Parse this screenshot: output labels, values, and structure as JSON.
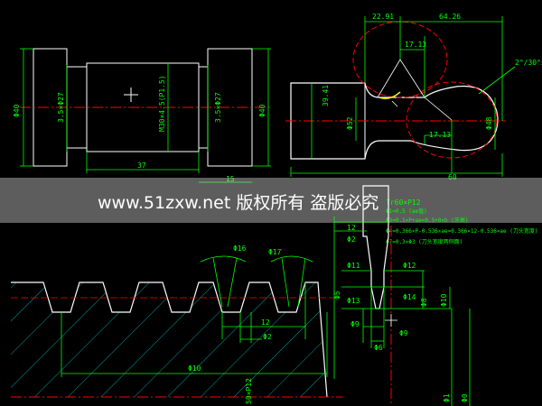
{
  "watermark": "www.51zxw.net 版权所有 盗版必究",
  "shaft": {
    "dia_left": "Φ40",
    "dia_right": "Φ40",
    "groove_left": "3.5×Φ27",
    "groove_right": "3.5×Φ27",
    "thread": "M30×4.5(P1.5)",
    "len_mid": "37",
    "len_right": "15"
  },
  "roller": {
    "dim_top_a": "22.91",
    "dim_top_b": "64.26",
    "dim_chord_top": "17.13",
    "dim_chord_bottom": "17.13",
    "dim_vert": "39.41",
    "dia_left": "Φ52",
    "dia_right": "Φ48",
    "len": "60",
    "taper": "2°/30°±"
  },
  "rack": {
    "angle_a": "Φ16",
    "angle_b": "Φ17",
    "pitch": "12",
    "depth": "Φ2",
    "length": "Φ10",
    "thread_spec": "50×P12"
  },
  "tool": {
    "title": "Tr60×P12",
    "notes": [
      "Φ1=0.5 (ae值)",
      "Φ3=0.1×P+ae=0.5+0×b (牙高)",
      "Φ4=0.366×P-0.536×ae=0.366×12-0.536×ae (刀头宽度)",
      "Φ7=0.3×Φ3 (刀头宽度两侧面)"
    ],
    "dim_12": "12",
    "dim_2": "Φ2",
    "dim_11": "Φ11",
    "dim_12b": "Φ12",
    "dim_13": "Φ13",
    "dim_14": "Φ14",
    "dim_8": "Φ8",
    "dim_5": "Φ5",
    "dim_9a": "Φ9",
    "dim_9b": "Φ9",
    "dim_6": "Φ6",
    "dim_10": "Φ10",
    "dim_61": "Φ1",
    "dim_60": "Φ0"
  },
  "colors": {
    "outline": "#ffffff",
    "dimension": "#00ff00",
    "centerline": "#ff0000",
    "hatch": "#00c8c8",
    "circle": "#ff0000",
    "accent": "#ffff00"
  }
}
